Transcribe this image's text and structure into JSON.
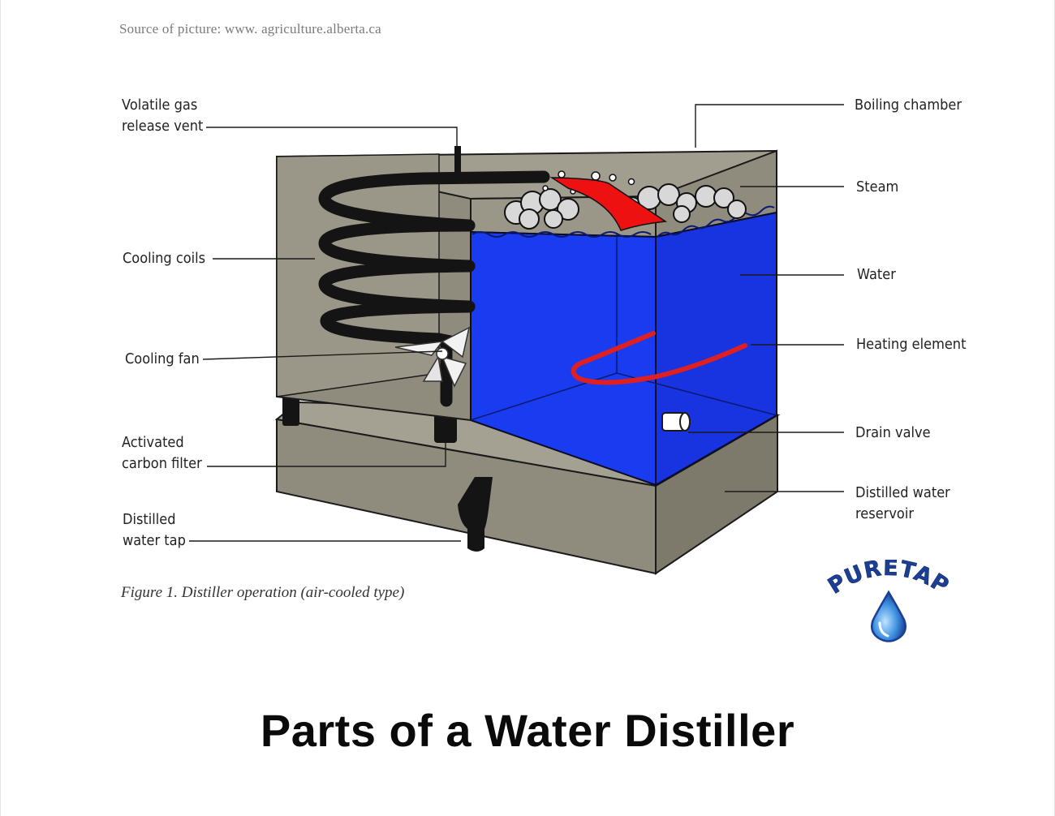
{
  "source_note": "Source of picture: www. agriculture.alberta.ca",
  "labels_left": {
    "volatile_gas_vent": [
      "Volatile gas",
      "release vent"
    ],
    "cooling_coils": "Cooling coils",
    "cooling_fan": "Cooling fan",
    "activated_carbon_filter": [
      "Activated",
      "carbon filter"
    ],
    "distilled_water_tap": [
      "Distilled",
      "water tap"
    ]
  },
  "labels_right": {
    "boiling_chamber": "Boiling chamber",
    "steam": "Steam",
    "water": "Water",
    "heating_element": "Heating element",
    "drain_valve": "Drain valve",
    "distilled_water_reservoir": [
      "Distilled water",
      "reservoir"
    ]
  },
  "caption": "Figure 1. Distiller operation (air-cooled type)",
  "title": "Parts of a Water Distiller",
  "logo": {
    "text": "PURETAP",
    "icon": "water-drop-icon"
  },
  "colors": {
    "housing": "#8f8c7d",
    "housing_dark": "#7d7a6b",
    "water": "#1a3cf0",
    "heating_element": "#e02020",
    "steam_spout": "#ee1111",
    "coils": "#141414",
    "logo_blue": "#1c3f94"
  }
}
